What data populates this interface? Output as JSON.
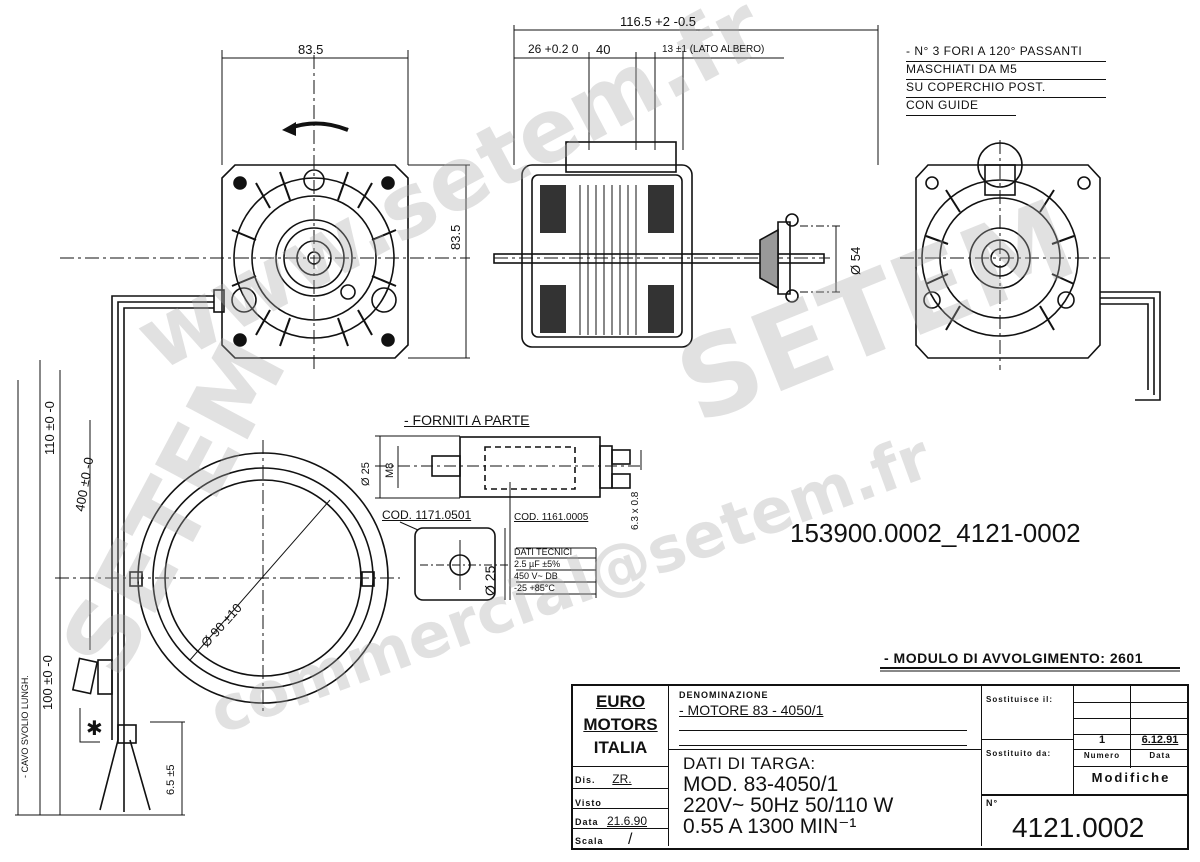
{
  "drawing": {
    "reference_code": "153900.0002_4121-0002",
    "winding_module": "- MODULO DI AVVOLGIMENTO: 2601",
    "watermarks": [
      "www.setem.fr",
      "SETEM",
      "commercial@setem.fr",
      "SETEM"
    ]
  },
  "dimensions": {
    "front_width": "83.5",
    "front_height": "83.5",
    "overall_length": "116.5 +2 -0.5",
    "flange_offset": "26 +0.2 0",
    "body_length": "40",
    "shaft_side": "13 ±1 (LATO ALBERO)",
    "shaft_flange_diameter": "Ø 54",
    "cable_length_1": "110 ±0 -0",
    "cable_length_2": "400 ±0 -0",
    "cable_stripped": "100 ±0 -0",
    "cable_stripped_label": "- CAVO SVOLIO LUNGH.",
    "wire_end": "6.5 ±5",
    "coil_diameter": "Ø 90 ±10"
  },
  "notes": {
    "mounting_holes": [
      "- N° 3 FORI A 120° PASSANTI",
      "MASCHIATI DA M5",
      "SU COPERCHIO POST.",
      "CON GUIDE"
    ]
  },
  "capacitor": {
    "title": "- FORNITI A PARTE",
    "dim_diameter": "Ø 25",
    "dim_thread": "M8",
    "dim_terminal": "6.3 x 0.8",
    "code_bracket": "COD. 1171.0501",
    "code_capacitor": "COD. 1161.0005",
    "bracket_diameter": "Ø 25",
    "tech_data": [
      "DATI TECNICI",
      "2.5 µF ±5%",
      "450 V~ DB",
      "-25 +85°C"
    ]
  },
  "title_block": {
    "logo_lines": [
      "EURO",
      "MOTORS",
      "ITALIA"
    ],
    "denomination_label": "DENOMINAZIONE",
    "denomination_value": "- MOTORE 83 - 4050/1",
    "rating_label": "DATI DI TARGA:",
    "rating_lines": [
      "MOD. 83-4050/1",
      "220V~ 50Hz 50/110 W",
      "0.55 A  1300 MIN⁻¹"
    ],
    "dis_label": "Dis.",
    "dis_value": "ZR.",
    "visto_label": "Visto",
    "visto_value": "",
    "data_label": "Data",
    "data_value": "21.6.90",
    "scala_label": "Scala",
    "scala_value": "/",
    "sostituisce_label": "Sostituisce il:",
    "sostituito_label": "Sostituito da:",
    "rev_number": "1",
    "rev_date": "6.12.91",
    "numero_label": "Numero",
    "data_col_label": "Data",
    "modifiche_label": "Modifiche",
    "number_label": "N°",
    "number_value": "4121.0002"
  }
}
